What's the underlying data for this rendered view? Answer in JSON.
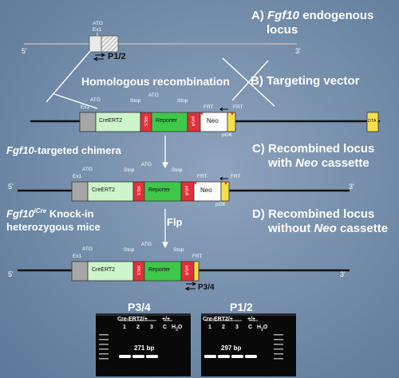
{
  "headings": {
    "a_letter": "A)",
    "a_gene": "Fgf10",
    "a_rest": "endogenous",
    "a_line2": "locus",
    "b": "B) Targeting vector",
    "c_line1": "C) Recombined locus",
    "c_line2": "with",
    "c_neo": "Neo",
    "c_rest": "cassette",
    "d_line1": "D) Recombined locus",
    "d_line2": "without",
    "d_neo": "Neo",
    "d_rest": "cassette"
  },
  "labels": {
    "homologous": "Homologous recombination",
    "chimera_gene": "Fgf10",
    "chimera_rest": "-targeted chimera",
    "knockin_gene": "Fgf10",
    "knockin_sup": "iCre",
    "knockin_rest": " Knock-in",
    "knockin_line2": "heterozygous mice",
    "flp": "Flp",
    "p12": "P1/2",
    "p34": "P3/4"
  },
  "ends": {
    "five": "5'",
    "three": "3'"
  },
  "features": {
    "atg": "ATG",
    "ex1": "Ex1",
    "stop": "Stop",
    "frt": "FRT",
    "pgk": "pGK",
    "creert2": "CreERT2",
    "ires": "IRES",
    "reporter": "Reporter",
    "polya": "polyA",
    "neo": "Neo",
    "dta": "DTA"
  },
  "gels": {
    "left_title": "P3/4",
    "right_title": "P1/2",
    "genotype_het": "Cre-ERT2/+",
    "genotype_wt": "+/+",
    "lanes": [
      "1",
      "2",
      "3",
      "C",
      "H"
    ],
    "h2o_sub": "2",
    "h2o_suffix": "O",
    "left_band": "271 bp",
    "right_band": "297 bp"
  },
  "colors": {
    "background": "#7690ad",
    "creert2": "#ccf5cc",
    "reporter": "#3fc84a",
    "ires_polya": "#e0303a",
    "exon": "#a6a6a6",
    "dta": "#f5e04a"
  }
}
